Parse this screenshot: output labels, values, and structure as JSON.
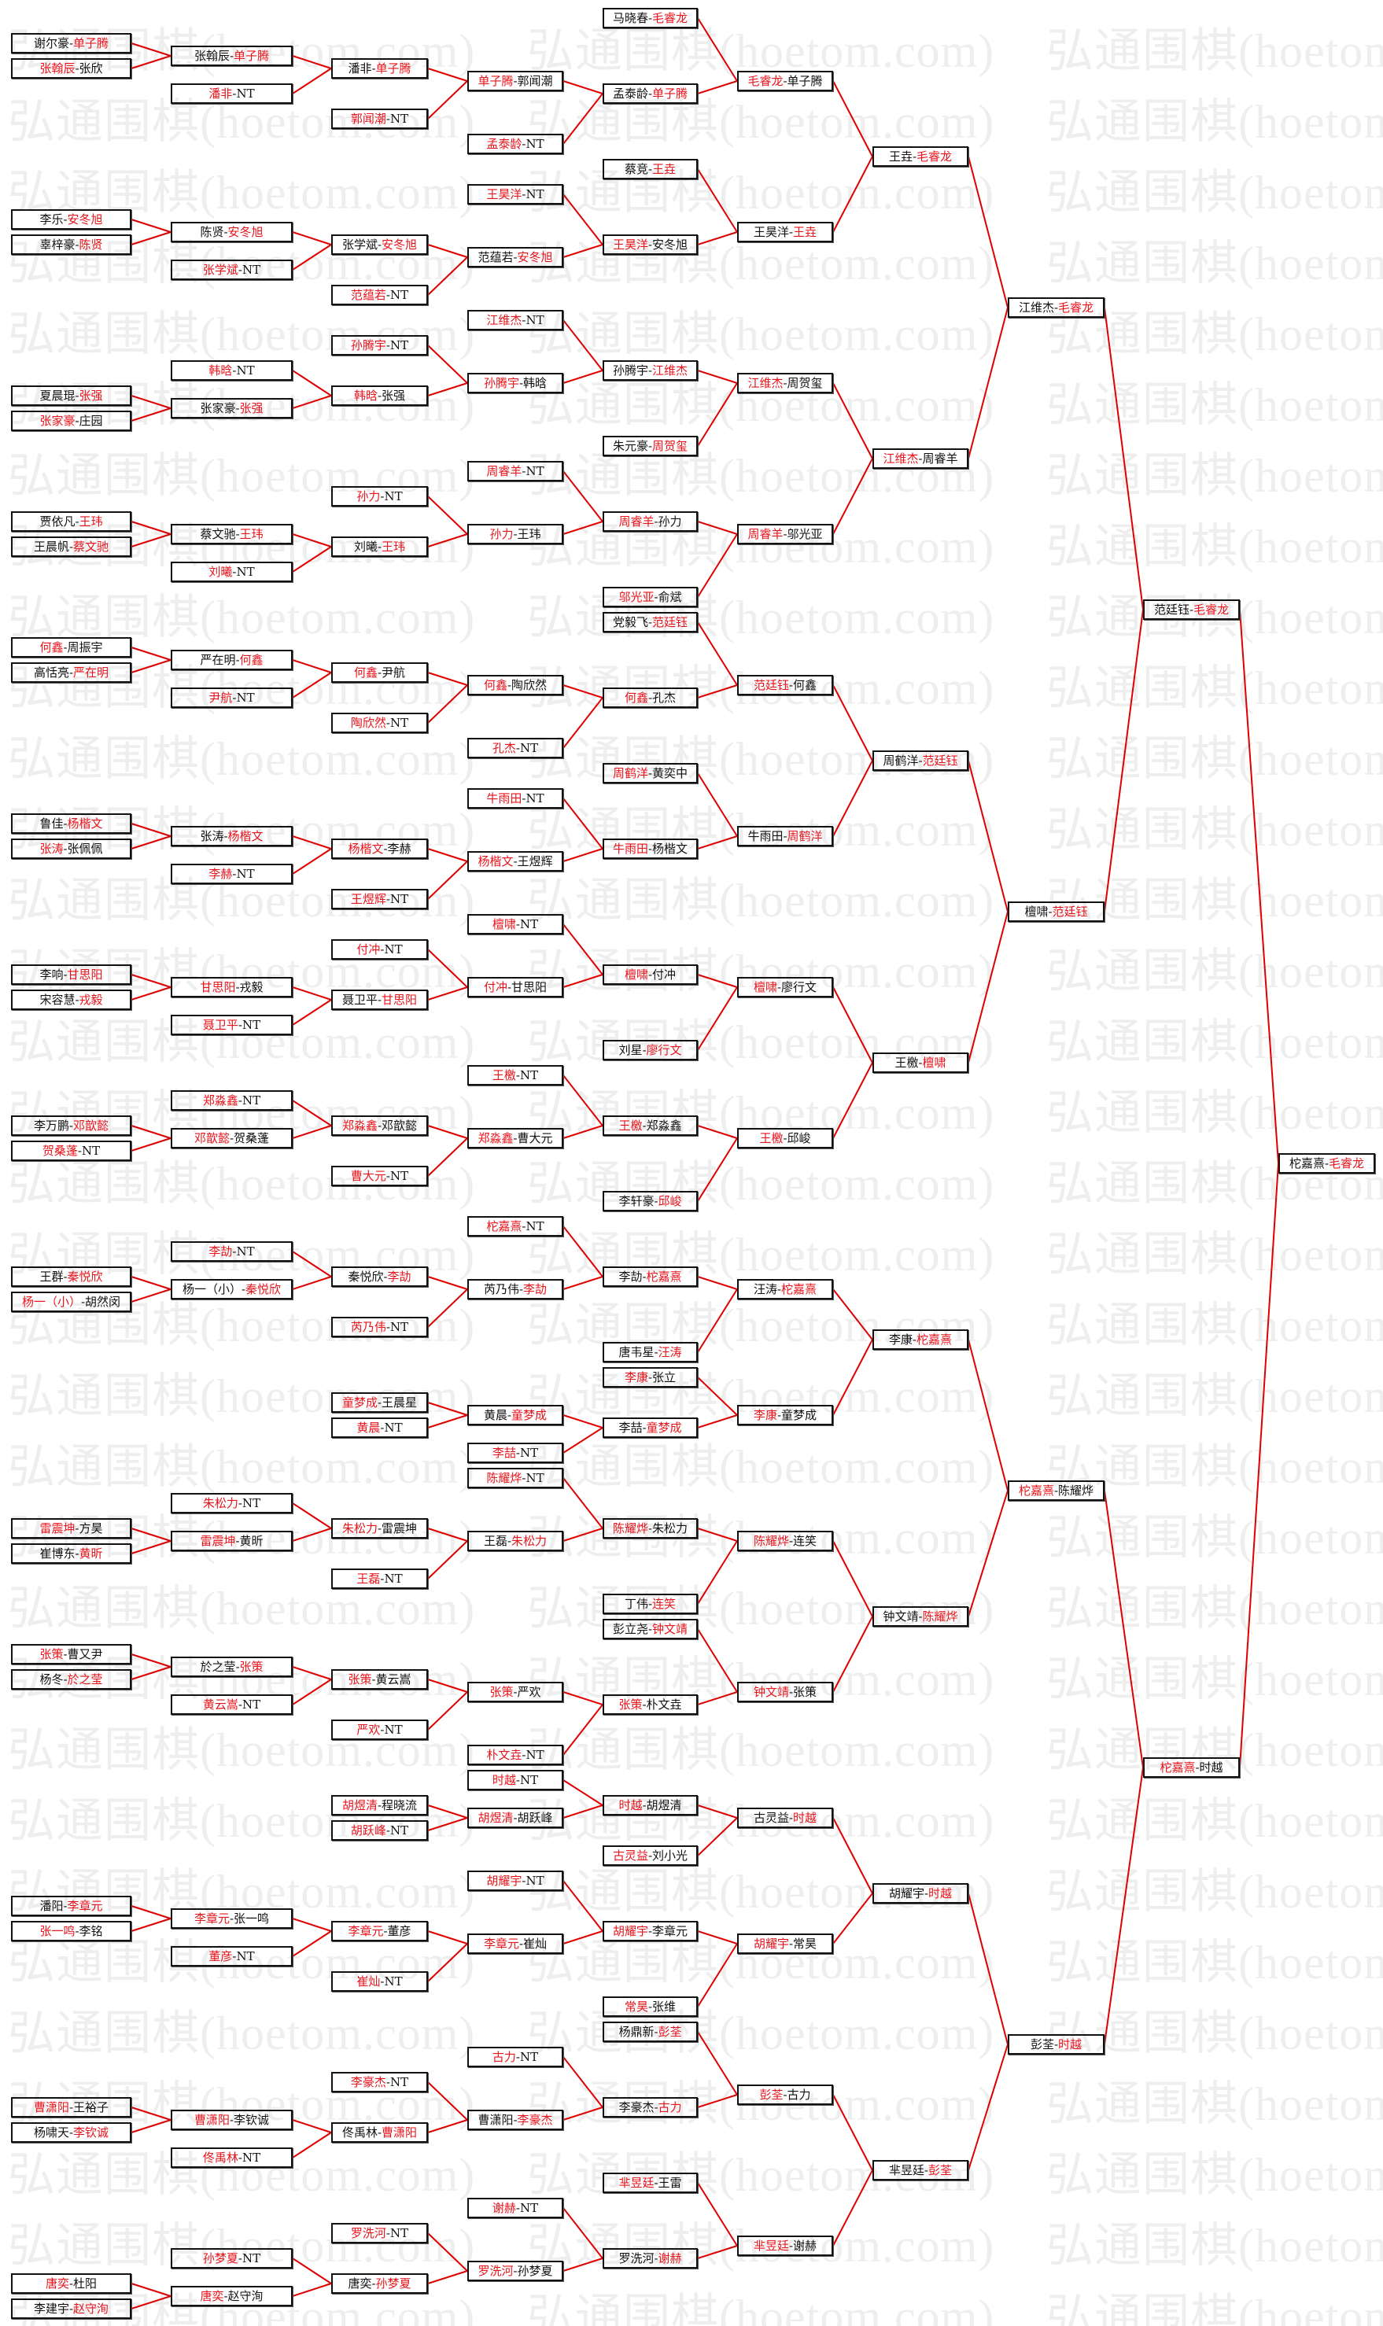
{
  "watermark": "弘通围棋(hoetom.com)",
  "colors": {
    "winner": "#e8141c",
    "loser": "#111111",
    "connector": "#e00000"
  },
  "bracket": {
    "separator": "-",
    "rounds": [
      {
        "matches": [
          {
            "p1": "谢尔豪",
            "p2": "单子腾",
            "winner": 2
          },
          {
            "p1": "张翰辰",
            "p2": "张欣",
            "winner": 1
          },
          {
            "p1": "李乐",
            "p2": "安冬旭",
            "winner": 2
          },
          {
            "p1": "辜梓豪",
            "p2": "陈贤",
            "winner": 2
          },
          {
            "p1": "夏晨琨",
            "p2": "张强",
            "winner": 2
          },
          {
            "p1": "张家豪",
            "p2": "庄园",
            "winner": 1
          },
          {
            "p1": "贾依凡",
            "p2": "王玮",
            "winner": 2
          },
          {
            "p1": "王晨帆",
            "p2": "蔡文驰",
            "winner": 2
          },
          {
            "p1": "何鑫",
            "p2": "周振宇",
            "winner": 1
          },
          {
            "p1": "高恬亮",
            "p2": "严在明",
            "winner": 2
          },
          {
            "p1": "鲁佳",
            "p2": "杨楷文",
            "winner": 2
          },
          {
            "p1": "张涛",
            "p2": "张佩佩",
            "winner": 1
          },
          {
            "p1": "李响",
            "p2": "甘思阳",
            "winner": 2
          },
          {
            "p1": "宋容慧",
            "p2": "戎毅",
            "winner": 2
          },
          {
            "p1": "李万鹏",
            "p2": "邓歆懿",
            "winner": 2
          },
          {
            "p1": "贺桑蓬",
            "p2": "NT",
            "winner": 1
          },
          {
            "p1": "王群",
            "p2": "秦悦欣",
            "winner": 2
          },
          {
            "p1": "杨一（小）",
            "p2": "胡然闵",
            "winner": 1
          },
          {
            "p1": "雷震坤",
            "p2": "方昊",
            "winner": 1
          },
          {
            "p1": "崔博东",
            "p2": "黄昕",
            "winner": 2
          },
          {
            "p1": "张策",
            "p2": "曹又尹",
            "winner": 1
          },
          {
            "p1": "杨冬",
            "p2": "於之莹",
            "winner": 2
          },
          {
            "p1": "潘阳",
            "p2": "李章元",
            "winner": 2
          },
          {
            "p1": "张一鸣",
            "p2": "李铭",
            "winner": 1
          },
          {
            "p1": "曹潇阳",
            "p2": "王裕子",
            "winner": 1
          },
          {
            "p1": "杨啸天",
            "p2": "李钦诚",
            "winner": 2
          },
          {
            "p1": "唐奕",
            "p2": "杜阳",
            "winner": 1
          },
          {
            "p1": "李建宇",
            "p2": "赵守洵",
            "winner": 2
          }
        ]
      },
      {
        "matches": [
          {
            "p1": "张翰辰",
            "p2": "单子腾",
            "winner": 2
          },
          {
            "p1": "潘非",
            "p2": "NT",
            "winner": 1
          },
          {
            "p1": "陈贤",
            "p2": "安冬旭",
            "winner": 2
          },
          {
            "p1": "张学斌",
            "p2": "NT",
            "winner": 1
          },
          {
            "p1": "韩晗",
            "p2": "NT",
            "winner": 1
          },
          {
            "p1": "张家豪",
            "p2": "张强",
            "winner": 2
          },
          {
            "p1": "蔡文驰",
            "p2": "王玮",
            "winner": 2
          },
          {
            "p1": "刘曦",
            "p2": "NT",
            "winner": 1
          },
          {
            "p1": "严在明",
            "p2": "何鑫",
            "winner": 2
          },
          {
            "p1": "尹航",
            "p2": "NT",
            "winner": 1
          },
          {
            "p1": "张涛",
            "p2": "杨楷文",
            "winner": 2
          },
          {
            "p1": "李赫",
            "p2": "NT",
            "winner": 1
          },
          {
            "p1": "甘思阳",
            "p2": "戎毅",
            "winner": 1
          },
          {
            "p1": "聂卫平",
            "p2": "NT",
            "winner": 1
          },
          {
            "p1": "郑淼鑫",
            "p2": "NT",
            "winner": 1
          },
          {
            "p1": "邓歆懿",
            "p2": "贺桑蓬",
            "winner": 1
          },
          {
            "p1": "李劼",
            "p2": "NT",
            "winner": 1
          },
          {
            "p1": "杨一（小）",
            "p2": "秦悦欣",
            "winner": 2
          },
          {
            "p1": "朱松力",
            "p2": "NT",
            "winner": 1
          },
          {
            "p1": "雷震坤",
            "p2": "黄昕",
            "winner": 1
          },
          {
            "p1": "於之莹",
            "p2": "张策",
            "winner": 2
          },
          {
            "p1": "黄云嵩",
            "p2": "NT",
            "winner": 1
          },
          {
            "p1": "李章元",
            "p2": "张一鸣",
            "winner": 1
          },
          {
            "p1": "董彦",
            "p2": "NT",
            "winner": 1
          },
          {
            "p1": "曹潇阳",
            "p2": "李钦诚",
            "winner": 1
          },
          {
            "p1": "佟禹林",
            "p2": "NT",
            "winner": 1
          },
          {
            "p1": "孙梦夏",
            "p2": "NT",
            "winner": 1
          },
          {
            "p1": "唐奕",
            "p2": "赵守洵",
            "winner": 1
          }
        ]
      },
      {
        "matches": [
          {
            "p1": "潘非",
            "p2": "单子腾",
            "winner": 2
          },
          {
            "p1": "郭闻潮",
            "p2": "NT",
            "winner": 1
          },
          {
            "p1": "张学斌",
            "p2": "安冬旭",
            "winner": 2
          },
          {
            "p1": "范蕴若",
            "p2": "NT",
            "winner": 1
          },
          {
            "p1": "孙腾宇",
            "p2": "NT",
            "winner": 1
          },
          {
            "p1": "韩晗",
            "p2": "张强",
            "winner": 1
          },
          {
            "p1": "孙力",
            "p2": "NT",
            "winner": 1
          },
          {
            "p1": "刘曦",
            "p2": "王玮",
            "winner": 2
          },
          {
            "p1": "何鑫",
            "p2": "尹航",
            "winner": 1
          },
          {
            "p1": "陶欣然",
            "p2": "NT",
            "winner": 1
          },
          {
            "p1": "杨楷文",
            "p2": "李赫",
            "winner": 1
          },
          {
            "p1": "王煜辉",
            "p2": "NT",
            "winner": 1
          },
          {
            "p1": "付冲",
            "p2": "NT",
            "winner": 1
          },
          {
            "p1": "聂卫平",
            "p2": "甘思阳",
            "winner": 2
          },
          {
            "p1": "郑淼鑫",
            "p2": "邓歆懿",
            "winner": 1
          },
          {
            "p1": "曹大元",
            "p2": "NT",
            "winner": 1
          },
          {
            "p1": "秦悦欣",
            "p2": "李劼",
            "winner": 2
          },
          {
            "p1": "芮乃伟",
            "p2": "NT",
            "winner": 1
          },
          {
            "p1": "童梦成",
            "p2": "王晨星",
            "winner": 1
          },
          {
            "p1": "黄晨",
            "p2": "NT",
            "winner": 1
          },
          {
            "p1": "朱松力",
            "p2": "雷震坤",
            "winner": 1
          },
          {
            "p1": "王磊",
            "p2": "NT",
            "winner": 1
          },
          {
            "p1": "张策",
            "p2": "黄云嵩",
            "winner": 1
          },
          {
            "p1": "严欢",
            "p2": "NT",
            "winner": 1
          },
          {
            "p1": "胡煜清",
            "p2": "程晓流",
            "winner": 1
          },
          {
            "p1": "胡跃峰",
            "p2": "NT",
            "winner": 1
          },
          {
            "p1": "李章元",
            "p2": "董彦",
            "winner": 1
          },
          {
            "p1": "崔灿",
            "p2": "NT",
            "winner": 1
          },
          {
            "p1": "李豪杰",
            "p2": "NT",
            "winner": 1
          },
          {
            "p1": "佟禹林",
            "p2": "曹潇阳",
            "winner": 2
          },
          {
            "p1": "罗洗河",
            "p2": "NT",
            "winner": 1
          },
          {
            "p1": "唐奕",
            "p2": "孙梦夏",
            "winner": 2
          }
        ]
      },
      {
        "matches": [
          {
            "p1": "单子腾",
            "p2": "郭闻潮",
            "winner": 1
          },
          {
            "p1": "孟泰龄",
            "p2": "NT",
            "winner": 1
          },
          {
            "p1": "王昊洋",
            "p2": "NT",
            "winner": 1
          },
          {
            "p1": "范蕴若",
            "p2": "安冬旭",
            "winner": 2
          },
          {
            "p1": "江维杰",
            "p2": "NT",
            "winner": 1
          },
          {
            "p1": "孙腾宇",
            "p2": "韩晗",
            "winner": 1
          },
          {
            "p1": "周睿羊",
            "p2": "NT",
            "winner": 1
          },
          {
            "p1": "孙力",
            "p2": "王玮",
            "winner": 1
          },
          {
            "p1": "何鑫",
            "p2": "陶欣然",
            "winner": 1
          },
          {
            "p1": "孔杰",
            "p2": "NT",
            "winner": 1
          },
          {
            "p1": "牛雨田",
            "p2": "NT",
            "winner": 1
          },
          {
            "p1": "杨楷文",
            "p2": "王煜辉",
            "winner": 1
          },
          {
            "p1": "檀啸",
            "p2": "NT",
            "winner": 1
          },
          {
            "p1": "付冲",
            "p2": "甘思阳",
            "winner": 1
          },
          {
            "p1": "王檄",
            "p2": "NT",
            "winner": 1
          },
          {
            "p1": "郑淼鑫",
            "p2": "曹大元",
            "winner": 1
          },
          {
            "p1": "柁嘉熹",
            "p2": "NT",
            "winner": 1
          },
          {
            "p1": "芮乃伟",
            "p2": "李劼",
            "winner": 2
          },
          {
            "p1": "黄晨",
            "p2": "童梦成",
            "winner": 2
          },
          {
            "p1": "李喆",
            "p2": "NT",
            "winner": 1
          },
          {
            "p1": "陈耀烨",
            "p2": "NT",
            "winner": 1
          },
          {
            "p1": "王磊",
            "p2": "朱松力",
            "winner": 2
          },
          {
            "p1": "张策",
            "p2": "严欢",
            "winner": 1
          },
          {
            "p1": "朴文垚",
            "p2": "NT",
            "winner": 1
          },
          {
            "p1": "时越",
            "p2": "NT",
            "winner": 1
          },
          {
            "p1": "胡煜清",
            "p2": "胡跃峰",
            "winner": 1
          },
          {
            "p1": "胡耀宇",
            "p2": "NT",
            "winner": 1
          },
          {
            "p1": "李章元",
            "p2": "崔灿",
            "winner": 1
          },
          {
            "p1": "古力",
            "p2": "NT",
            "winner": 1
          },
          {
            "p1": "曹潇阳",
            "p2": "李豪杰",
            "winner": 2
          },
          {
            "p1": "谢赫",
            "p2": "NT",
            "winner": 1
          },
          {
            "p1": "罗洗河",
            "p2": "孙梦夏",
            "winner": 1
          }
        ]
      },
      {
        "matches": [
          {
            "p1": "马晓春",
            "p2": "毛睿龙",
            "winner": 2
          },
          {
            "p1": "孟泰龄",
            "p2": "单子腾",
            "winner": 2
          },
          {
            "p1": "蔡竞",
            "p2": "王垚",
            "winner": 2
          },
          {
            "p1": "王昊洋",
            "p2": "安冬旭",
            "winner": 1
          },
          {
            "p1": "孙腾宇",
            "p2": "江维杰",
            "winner": 2
          },
          {
            "p1": "朱元豪",
            "p2": "周贺玺",
            "winner": 2
          },
          {
            "p1": "周睿羊",
            "p2": "孙力",
            "winner": 1
          },
          {
            "p1": "邬光亚",
            "p2": "俞斌",
            "winner": 1
          },
          {
            "p1": "党毅飞",
            "p2": "范廷钰",
            "winner": 2
          },
          {
            "p1": "何鑫",
            "p2": "孔杰",
            "winner": 1
          },
          {
            "p1": "周鹤洋",
            "p2": "黄奕中",
            "winner": 1
          },
          {
            "p1": "牛雨田",
            "p2": "杨楷文",
            "winner": 1
          },
          {
            "p1": "檀啸",
            "p2": "付冲",
            "winner": 1
          },
          {
            "p1": "刘星",
            "p2": "廖行文",
            "winner": 2
          },
          {
            "p1": "王檄",
            "p2": "郑淼鑫",
            "winner": 1
          },
          {
            "p1": "李轩豪",
            "p2": "邱峻",
            "winner": 2
          },
          {
            "p1": "李劼",
            "p2": "柁嘉熹",
            "winner": 2
          },
          {
            "p1": "唐韦星",
            "p2": "汪涛",
            "winner": 2
          },
          {
            "p1": "李康",
            "p2": "张立",
            "winner": 1
          },
          {
            "p1": "李喆",
            "p2": "童梦成",
            "winner": 2
          },
          {
            "p1": "陈耀烨",
            "p2": "朱松力",
            "winner": 1
          },
          {
            "p1": "丁伟",
            "p2": "连笑",
            "winner": 2
          },
          {
            "p1": "彭立尧",
            "p2": "钟文靖",
            "winner": 2
          },
          {
            "p1": "张策",
            "p2": "朴文垚",
            "winner": 1
          },
          {
            "p1": "时越",
            "p2": "胡煜清",
            "winner": 1
          },
          {
            "p1": "古灵益",
            "p2": "刘小光",
            "winner": 1
          },
          {
            "p1": "胡耀宇",
            "p2": "李章元",
            "winner": 1
          },
          {
            "p1": "常昊",
            "p2": "张维",
            "winner": 1
          },
          {
            "p1": "杨鼎新",
            "p2": "彭荃",
            "winner": 2
          },
          {
            "p1": "李豪杰",
            "p2": "古力",
            "winner": 2
          },
          {
            "p1": "芈昱廷",
            "p2": "王雷",
            "winner": 1
          },
          {
            "p1": "罗洗河",
            "p2": "谢赫",
            "winner": 2
          }
        ]
      },
      {
        "matches": [
          {
            "p1": "毛睿龙",
            "p2": "单子腾",
            "winner": 1
          },
          {
            "p1": "王昊洋",
            "p2": "王垚",
            "winner": 2
          },
          {
            "p1": "江维杰",
            "p2": "周贺玺",
            "winner": 1
          },
          {
            "p1": "周睿羊",
            "p2": "邬光亚",
            "winner": 1
          },
          {
            "p1": "范廷钰",
            "p2": "何鑫",
            "winner": 1
          },
          {
            "p1": "牛雨田",
            "p2": "周鹤洋",
            "winner": 2
          },
          {
            "p1": "檀啸",
            "p2": "廖行文",
            "winner": 1
          },
          {
            "p1": "王檄",
            "p2": "邱峻",
            "winner": 1
          },
          {
            "p1": "汪涛",
            "p2": "柁嘉熹",
            "winner": 2
          },
          {
            "p1": "李康",
            "p2": "童梦成",
            "winner": 1
          },
          {
            "p1": "陈耀烨",
            "p2": "连笑",
            "winner": 1
          },
          {
            "p1": "钟文靖",
            "p2": "张策",
            "winner": 1
          },
          {
            "p1": "古灵益",
            "p2": "时越",
            "winner": 2
          },
          {
            "p1": "胡耀宇",
            "p2": "常昊",
            "winner": 1
          },
          {
            "p1": "彭荃",
            "p2": "古力",
            "winner": 1
          },
          {
            "p1": "芈昱廷",
            "p2": "谢赫",
            "winner": 1
          }
        ]
      },
      {
        "matches": [
          {
            "p1": "王垚",
            "p2": "毛睿龙",
            "winner": 2
          },
          {
            "p1": "江维杰",
            "p2": "周睿羊",
            "winner": 1
          },
          {
            "p1": "周鹤洋",
            "p2": "范廷钰",
            "winner": 2
          },
          {
            "p1": "王檄",
            "p2": "檀啸",
            "winner": 2
          },
          {
            "p1": "李康",
            "p2": "柁嘉熹",
            "winner": 2
          },
          {
            "p1": "钟文靖",
            "p2": "陈耀烨",
            "winner": 2
          },
          {
            "p1": "胡耀宇",
            "p2": "时越",
            "winner": 2
          },
          {
            "p1": "芈昱廷",
            "p2": "彭荃",
            "winner": 2
          }
        ]
      },
      {
        "matches": [
          {
            "p1": "江维杰",
            "p2": "毛睿龙",
            "winner": 2
          },
          {
            "p1": "檀啸",
            "p2": "范廷钰",
            "winner": 2
          },
          {
            "p1": "柁嘉熹",
            "p2": "陈耀烨",
            "winner": 1
          },
          {
            "p1": "彭荃",
            "p2": "时越",
            "winner": 2
          }
        ]
      },
      {
        "matches": [
          {
            "p1": "范廷钰",
            "p2": "毛睿龙",
            "winner": 2
          },
          {
            "p1": "柁嘉熹",
            "p2": "时越",
            "winner": 1
          }
        ]
      },
      {
        "matches": [
          {
            "p1": "柁嘉熹",
            "p2": "毛睿龙",
            "winner": 2
          }
        ]
      }
    ]
  }
}
